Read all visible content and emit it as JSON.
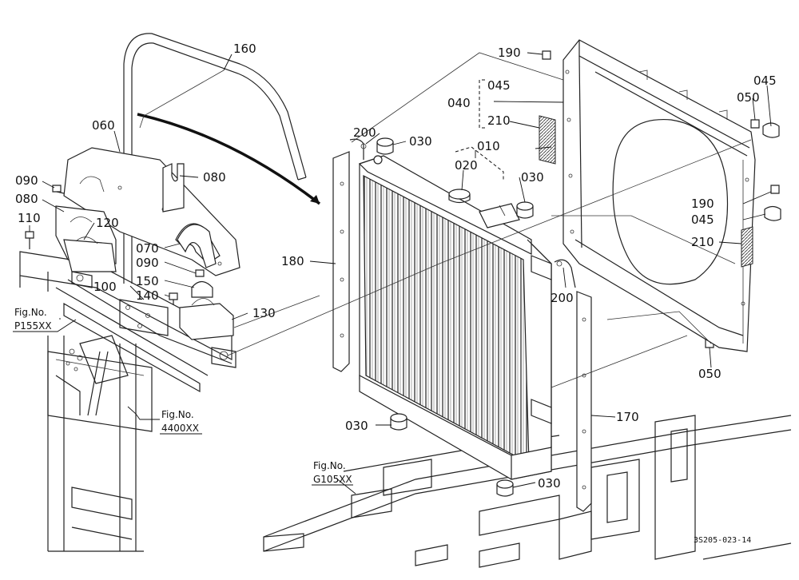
{
  "callouts": [
    {
      "id": "c160",
      "text": "160"
    },
    {
      "id": "c060",
      "text": "060"
    },
    {
      "id": "c090a",
      "text": "090"
    },
    {
      "id": "c080a",
      "text": "080"
    },
    {
      "id": "c110",
      "text": "110"
    },
    {
      "id": "c120",
      "text": "120"
    },
    {
      "id": "c080b",
      "text": "080"
    },
    {
      "id": "c070",
      "text": "070"
    },
    {
      "id": "c090b",
      "text": "090"
    },
    {
      "id": "c150",
      "text": "150"
    },
    {
      "id": "c100",
      "text": "100"
    },
    {
      "id": "c140",
      "text": "140"
    },
    {
      "id": "c130",
      "text": "130"
    },
    {
      "id": "c180",
      "text": "180"
    },
    {
      "id": "c200a",
      "text": "200"
    },
    {
      "id": "c030a",
      "text": "030"
    },
    {
      "id": "c010",
      "text": "010"
    },
    {
      "id": "c020",
      "text": "020"
    },
    {
      "id": "c030b",
      "text": "030"
    },
    {
      "id": "c190a",
      "text": "190"
    },
    {
      "id": "c045a",
      "text": "045"
    },
    {
      "id": "c040",
      "text": "040"
    },
    {
      "id": "c210a",
      "text": "210"
    },
    {
      "id": "c045b",
      "text": "045"
    },
    {
      "id": "c050a",
      "text": "050"
    },
    {
      "id": "c190b",
      "text": "190"
    },
    {
      "id": "c045c",
      "text": "045"
    },
    {
      "id": "c210b",
      "text": "210"
    },
    {
      "id": "c200b",
      "text": "200"
    },
    {
      "id": "c050b",
      "text": "050"
    },
    {
      "id": "c170",
      "text": "170"
    },
    {
      "id": "c030c",
      "text": "030"
    },
    {
      "id": "c030d",
      "text": "030"
    }
  ],
  "figure_refs": [
    {
      "id": "f1",
      "line1": "Fig.No.",
      "line2": "P155XX"
    },
    {
      "id": "f2",
      "line1": "Fig.No.",
      "line2": "4400XX"
    },
    {
      "id": "f3",
      "line1": "Fig.No.",
      "line2": "G105XX"
    }
  ],
  "drawing_code": "3S205-023-14"
}
